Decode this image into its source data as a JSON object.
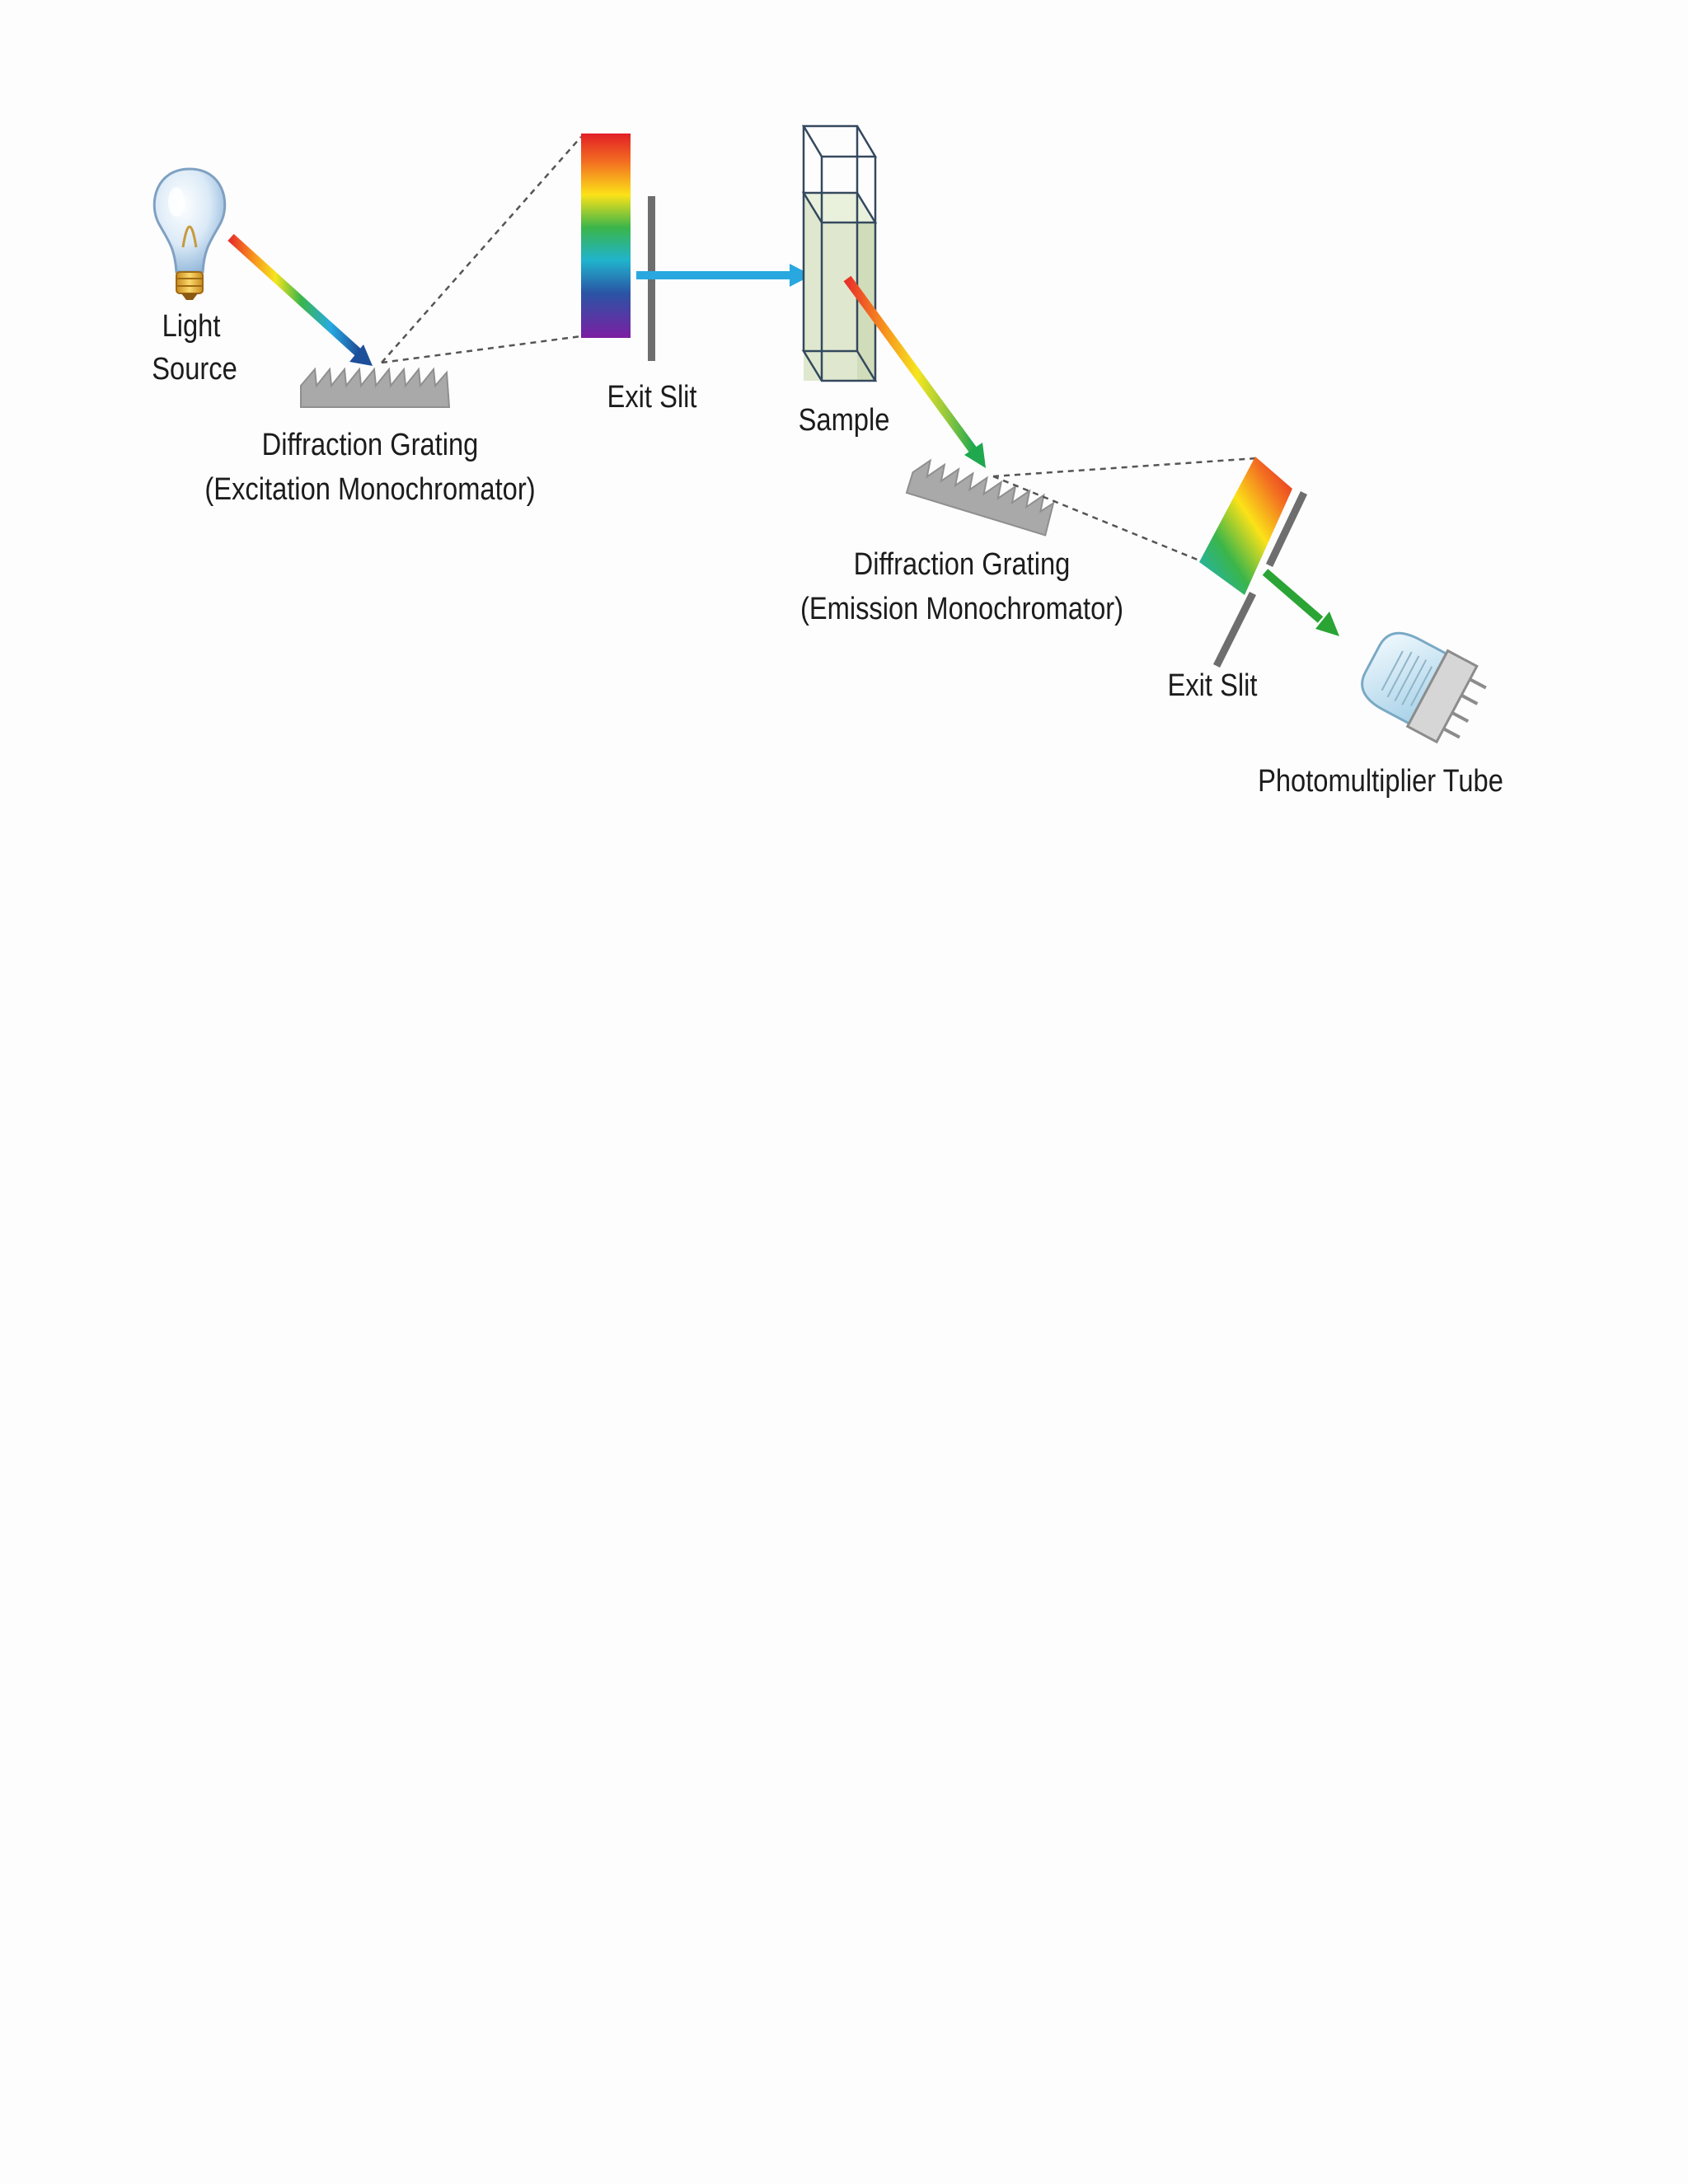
{
  "diagram": {
    "labels": {
      "light_source_line1": "Light",
      "light_source_line2": "Source",
      "excitation_grating_line1": "Diffraction Grating",
      "excitation_grating_line2": "(Excitation Monochromator)",
      "exit_slit_1": "Exit Slit",
      "sample": "Sample",
      "emission_grating_line1": "Diffraction Grating",
      "emission_grating_line2": "(Emission Monochromator)",
      "exit_slit_2": "Exit Slit",
      "photomultiplier": "Photomultiplier Tube"
    },
    "colors": {
      "background": "#fefdfe",
      "grating": "#a9a9a9",
      "slit": "#6e6e6e",
      "cuvette_fill": "#dfe8cf",
      "cuvette_edge": "#34495e",
      "excitation_beam": "#29a8e0",
      "emission_beam": "#2aa435"
    },
    "icons": [
      "light-bulb-icon",
      "photomultiplier-tube-icon"
    ]
  }
}
